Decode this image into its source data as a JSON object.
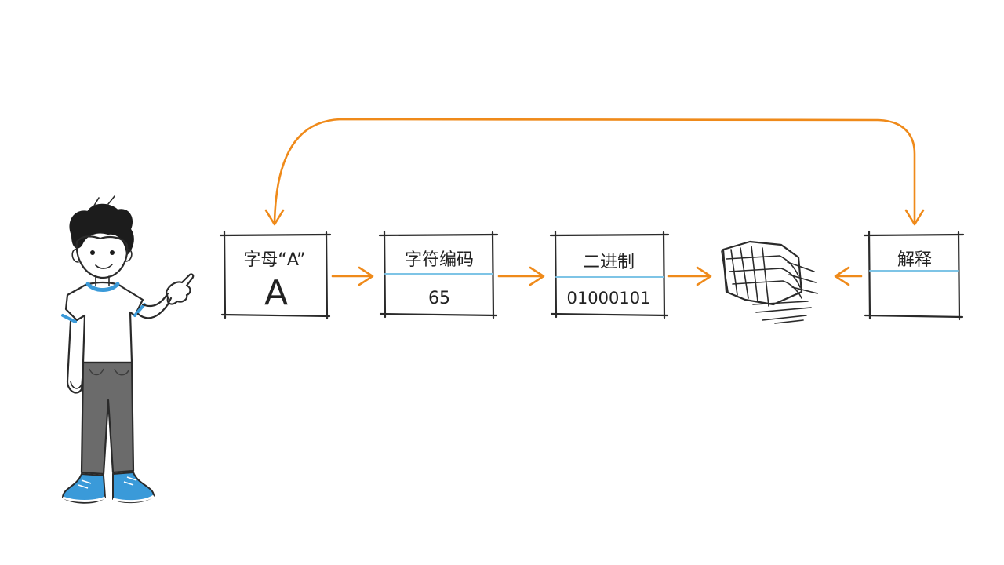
{
  "colors": {
    "arrow": "#ef8a1a",
    "divider": "#7ec4e6",
    "ink": "#2a2a2a",
    "shirt_trim": "#3a9ad9",
    "pants": "#6b6b6b",
    "shoes": "#3a9ad9"
  },
  "nodes": [
    {
      "id": "letter",
      "title": "字母“A”",
      "value": "A"
    },
    {
      "id": "charcode",
      "title": "字符编码",
      "value": "65"
    },
    {
      "id": "binary",
      "title": "二进制",
      "value": "01000101"
    },
    {
      "id": "storage",
      "title": "",
      "value": "",
      "icon": "paper-stack-icon"
    },
    {
      "id": "interpret",
      "title": "解释",
      "value": ""
    }
  ],
  "edges": [
    {
      "from": "letter",
      "to": "charcode"
    },
    {
      "from": "charcode",
      "to": "binary"
    },
    {
      "from": "binary",
      "to": "storage"
    },
    {
      "from": "interpret",
      "to": "storage"
    },
    {
      "from": "interpret",
      "to": "letter",
      "style": "curved-return"
    }
  ],
  "figure": {
    "icon": "person-pointing-icon"
  }
}
